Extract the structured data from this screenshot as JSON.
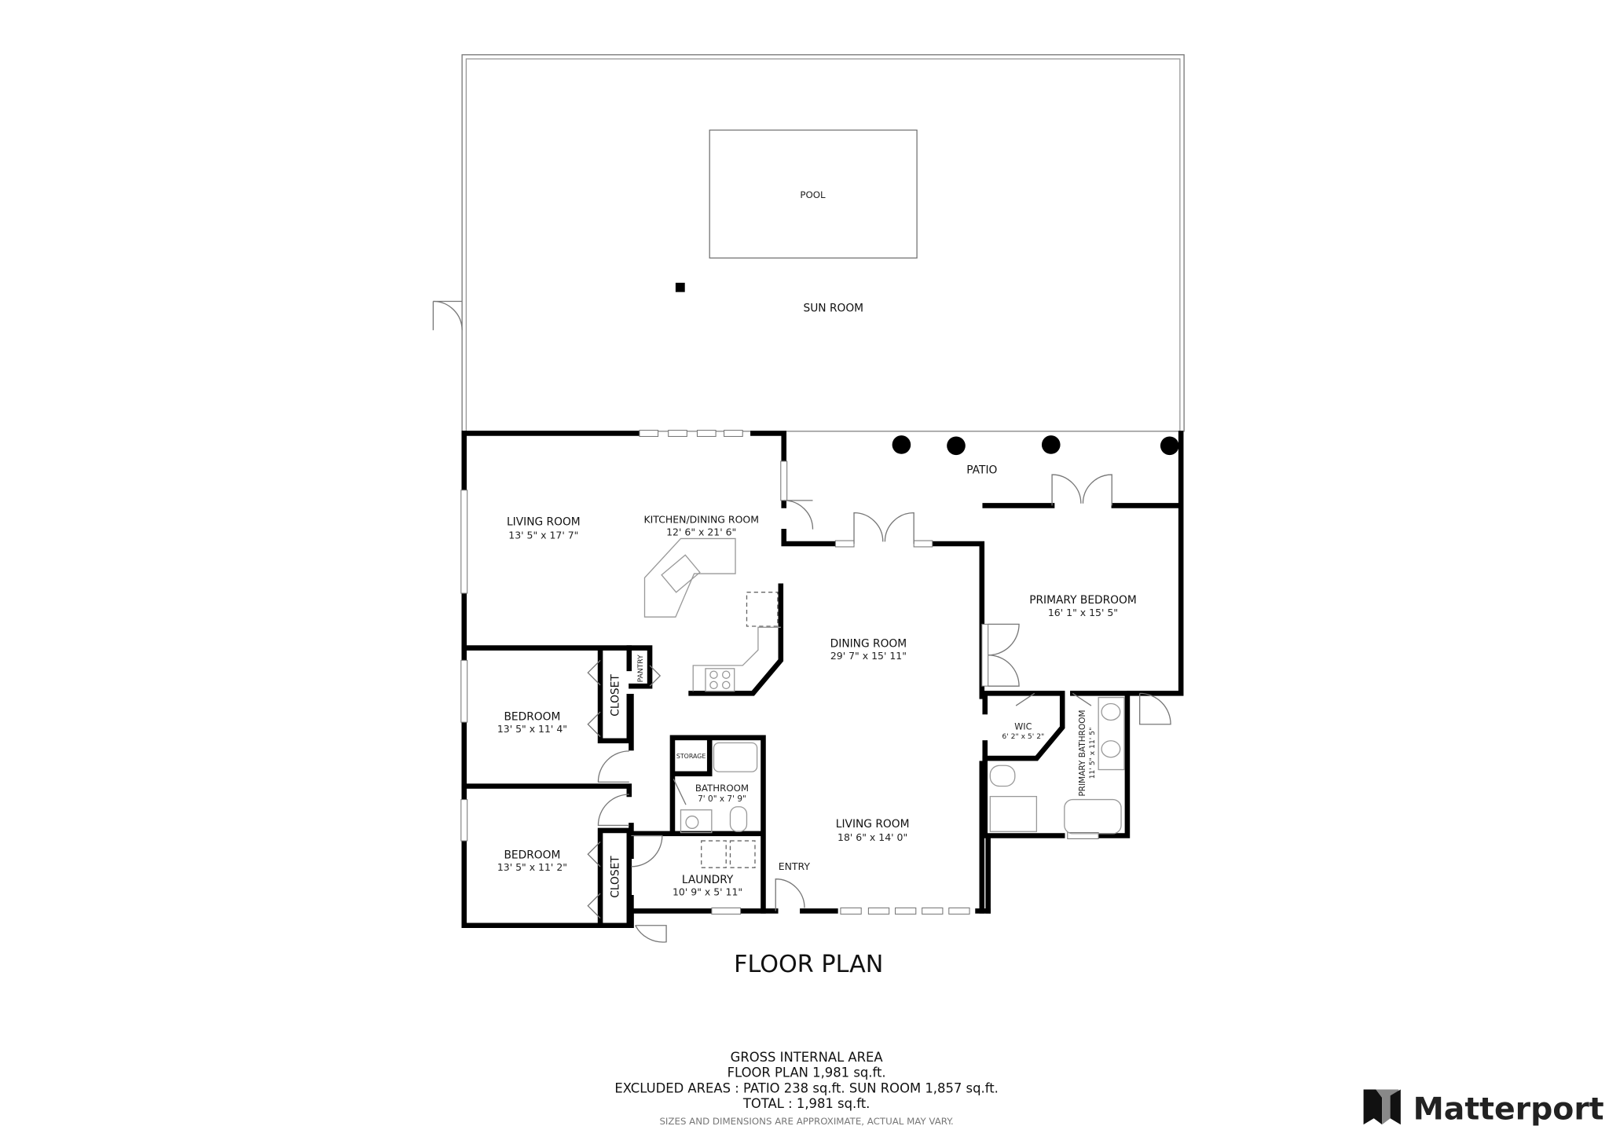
{
  "plan": {
    "rooms": {
      "pool": {
        "name": "POOL"
      },
      "sun_room": {
        "name": "SUN ROOM"
      },
      "patio": {
        "name": "PATIO"
      },
      "living_room_1": {
        "name": "LIVING ROOM",
        "size": "13' 5\" x 17' 7\""
      },
      "kitchen": {
        "name": "KITCHEN/DINING ROOM",
        "size": "12' 6\" x 21' 6\""
      },
      "dining_room": {
        "name": "DINING ROOM",
        "size": "29' 7\" x 15' 11\""
      },
      "primary_bedroom": {
        "name": "PRIMARY BEDROOM",
        "size": "16' 1\" x 15' 5\""
      },
      "wic": {
        "name": "WIC",
        "size": "6' 2\" x 5' 2\""
      },
      "primary_bathroom": {
        "name": "PRIMARY BATHROOM",
        "size": "11' 5\" x 11' 5\""
      },
      "bedroom_1": {
        "name": "BEDROOM",
        "size": "13' 5\" x 11' 4\""
      },
      "bedroom_2": {
        "name": "BEDROOM",
        "size": "13' 5\" x 11' 2\""
      },
      "closet_1": {
        "name": "CLOSET"
      },
      "closet_2": {
        "name": "CLOSET"
      },
      "pantry": {
        "name": "PANTRY"
      },
      "storage": {
        "name": "STORAGE"
      },
      "bathroom": {
        "name": "BATHROOM",
        "size": "7' 0\" x 7' 9\""
      },
      "laundry": {
        "name": "LAUNDRY",
        "size": "10' 9\" x 5' 11\""
      },
      "living_room_2": {
        "name": "LIVING ROOM",
        "size": "18' 6\" x 14' 0\""
      },
      "entry": {
        "name": "ENTRY"
      }
    },
    "title": "FLOOR PLAN"
  },
  "summary": {
    "heading": "GROSS INTERNAL AREA",
    "floor_plan": "FLOOR PLAN 1,981 sq.ft.",
    "excluded": "EXCLUDED AREAS :  PATIO 238 sq.ft.   SUN ROOM 1,857 sq.ft.",
    "total": "TOTAL :  1,981 sq.ft.",
    "disclaimer": "SIZES AND DIMENSIONS ARE APPROXIMATE, ACTUAL MAY VARY."
  },
  "brand": {
    "name": "Matterport"
  }
}
